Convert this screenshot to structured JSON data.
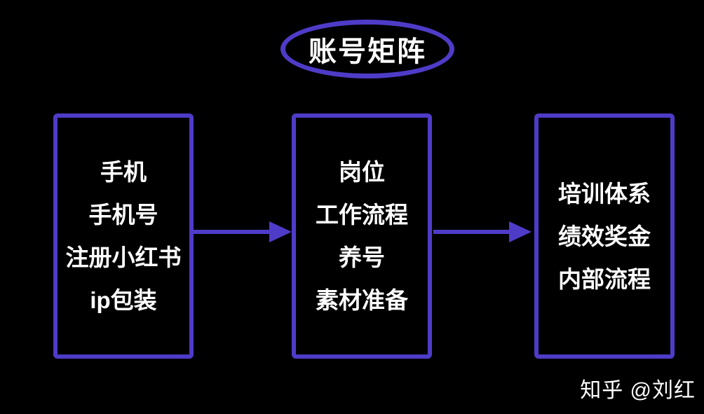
{
  "diagram": {
    "title": "账号矩阵",
    "nodes": [
      {
        "id": "account-setup",
        "lines": [
          "手机",
          "手机号",
          "注册小红书",
          "ip包装"
        ]
      },
      {
        "id": "operation-workflow",
        "lines": [
          "岗位",
          "工作流程",
          "养号",
          "素材准备"
        ]
      },
      {
        "id": "team-management",
        "lines": [
          "培训体系",
          "绩效奖金",
          "内部流程"
        ]
      }
    ],
    "connectors": [
      {
        "from": "account-setup",
        "to": "operation-workflow",
        "direction": "right"
      },
      {
        "from": "operation-workflow",
        "to": "team-management",
        "direction": "right"
      }
    ],
    "colors": {
      "background": "#000000",
      "accent": "#4e3cc8",
      "text": "#ffffff"
    }
  },
  "watermark": {
    "text": "知乎 @刘红"
  }
}
